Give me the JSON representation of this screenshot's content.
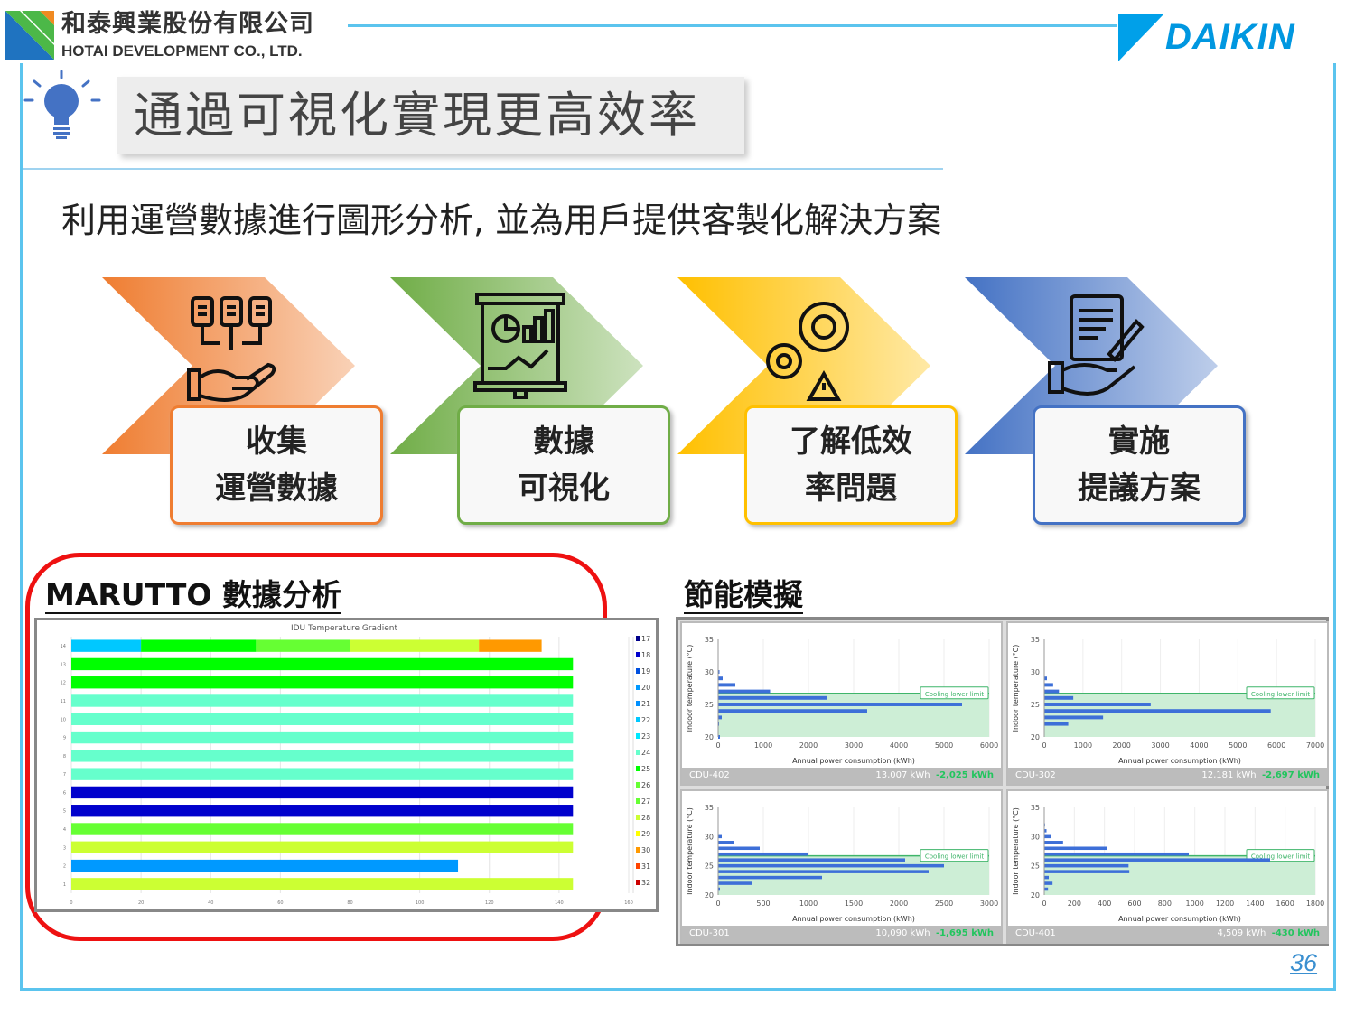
{
  "header": {
    "company_zh": "和泰興業股份有限公司",
    "company_en": "HOTAI DEVELOPMENT CO., LTD.",
    "brand": "DAIKIN"
  },
  "title": "通過可視化實現更高效率",
  "subtitle": "利用運營數據進行圖形分析, 並為用戶提供客製化解決方案",
  "steps": [
    {
      "line1": "收集",
      "line2": "運營數據",
      "color": "#ef7d31",
      "icon": "data-collection-hand-icon"
    },
    {
      "line1": "數據",
      "line2": "可視化",
      "color": "#70ad47",
      "icon": "presentation-board-chart-icon"
    },
    {
      "line1": "了解低效",
      "line2": "率問題",
      "color": "#ffc000",
      "icon": "gears-warning-icon"
    },
    {
      "line1": "實施",
      "line2": "提議方案",
      "color": "#4472c4",
      "icon": "document-handshake-icon"
    }
  ],
  "left_section": {
    "heading": "MARUTTO 數據分析"
  },
  "right_section": {
    "heading": "節能模擬"
  },
  "page_number": "36",
  "chart_data": [
    {
      "type": "bar",
      "title": "IDU Temperature Gradient",
      "orientation": "horizontal-stacked",
      "categories": [
        "1",
        "2",
        "3",
        "4",
        "5",
        "6",
        "7",
        "8",
        "9",
        "10",
        "11",
        "12",
        "13",
        "14"
      ],
      "xlim": [
        0,
        160
      ],
      "xticks": [
        "0",
        "20",
        "40",
        "60",
        "80",
        "100",
        "120",
        "140",
        "160"
      ],
      "rows": [
        [
          {
            "temp": 28,
            "value": 144
          }
        ],
        [
          {
            "temp": 20,
            "value": 111
          }
        ],
        [
          {
            "temp": 28,
            "value": 144
          }
        ],
        [
          {
            "temp": 27,
            "value": 144
          }
        ],
        [
          {
            "temp": 18,
            "value": 144
          }
        ],
        [
          {
            "temp": 18,
            "value": 144
          }
        ],
        [
          {
            "temp": 24,
            "value": 144
          }
        ],
        [
          {
            "temp": 24,
            "value": 144
          }
        ],
        [
          {
            "temp": 24,
            "value": 144
          }
        ],
        [
          {
            "temp": 24,
            "value": 144
          }
        ],
        [
          {
            "temp": 24,
            "value": 144
          }
        ],
        [
          {
            "temp": 25,
            "value": 144
          }
        ],
        [
          {
            "temp": 25,
            "value": 144
          }
        ],
        [
          {
            "temp": 22,
            "value": 20
          },
          {
            "temp": 25,
            "value": 33
          },
          {
            "temp": 26,
            "value": 27
          },
          {
            "temp": 28,
            "value": 37
          },
          {
            "temp": 30,
            "value": 18
          }
        ]
      ],
      "legend": [
        {
          "label": "17",
          "color": "#00008b"
        },
        {
          "label": "18",
          "color": "#0000cc"
        },
        {
          "label": "19",
          "color": "#0050e0"
        },
        {
          "label": "20",
          "color": "#0099ff"
        },
        {
          "label": "21",
          "color": "#0090ff"
        },
        {
          "label": "22",
          "color": "#00c8ff"
        },
        {
          "label": "23",
          "color": "#00e8ff"
        },
        {
          "label": "24",
          "color": "#66ffcc"
        },
        {
          "label": "25",
          "color": "#00ff00"
        },
        {
          "label": "26",
          "color": "#66ff33"
        },
        {
          "label": "27",
          "color": "#66ff33"
        },
        {
          "label": "28",
          "color": "#ccff33"
        },
        {
          "label": "29",
          "color": "#ffff00"
        },
        {
          "label": "30",
          "color": "#ff9900"
        },
        {
          "label": "31",
          "color": "#ff4400"
        },
        {
          "label": "32",
          "color": "#cc0000"
        }
      ],
      "legend_placement": "right"
    },
    {
      "type": "bar",
      "name": "CDU-402",
      "total": "13,007 kWh",
      "saving": "-2,025 kWh",
      "xlabel": "Annual power consumption (kWh)",
      "ylabel": "Indoor temperature (°C)",
      "xlim": [
        0,
        6000
      ],
      "xticks": [
        "0",
        "1000",
        "2000",
        "3000",
        "4000",
        "5000",
        "6000"
      ],
      "ylim": [
        20,
        35
      ],
      "yticks": [
        "20",
        "25",
        "30",
        "35"
      ],
      "annotation": "Cooling lower limit",
      "limit": 26.7,
      "temps": [
        20,
        21,
        22,
        23,
        24,
        25,
        26,
        27,
        28,
        29,
        30,
        31
      ],
      "values": [
        40,
        10,
        20,
        80,
        3300,
        5400,
        2400,
        1150,
        380,
        100,
        30,
        10
      ]
    },
    {
      "type": "bar",
      "name": "CDU-302",
      "total": "12,181 kWh",
      "saving": "-2,697 kWh",
      "xlabel": "Annual power consumption (kWh)",
      "ylabel": "Indoor temperature (°C)",
      "xlim": [
        0,
        7000
      ],
      "xticks": [
        "0",
        "1000",
        "2000",
        "3000",
        "4000",
        "5000",
        "6000",
        "7000"
      ],
      "ylim": [
        20,
        35
      ],
      "yticks": [
        "20",
        "25",
        "30",
        "35"
      ],
      "annotation": "Cooling lower limit",
      "limit": 26.7,
      "temps": [
        22,
        23,
        24,
        25,
        26,
        27,
        28,
        29
      ],
      "values": [
        620,
        1520,
        5850,
        2750,
        750,
        380,
        230,
        70
      ]
    },
    {
      "type": "bar",
      "name": "CDU-301",
      "total": "10,090 kWh",
      "saving": "-1,695 kWh",
      "xlabel": "Annual power consumption (kWh)",
      "ylabel": "Indoor temperature (°C)",
      "xlim": [
        0,
        3000
      ],
      "xticks": [
        "0",
        "500",
        "1000",
        "1500",
        "2000",
        "2500",
        "3000"
      ],
      "ylim": [
        20,
        35
      ],
      "yticks": [
        "20",
        "25",
        "30",
        "35"
      ],
      "annotation": "Cooling lower limit",
      "limit": 26.7,
      "temps": [
        21,
        22,
        23,
        24,
        25,
        26,
        27,
        28,
        29,
        30
      ],
      "values": [
        20,
        370,
        1150,
        2330,
        2500,
        2070,
        990,
        460,
        180,
        40
      ]
    },
    {
      "type": "bar",
      "name": "CDU-401",
      "total": "4,509 kWh",
      "saving": "-430 kWh",
      "xlabel": "Annual power consumption (kWh)",
      "ylabel": "Indoor temperature (°C)",
      "xlim": [
        0,
        1800
      ],
      "xticks": [
        "0",
        "200",
        "400",
        "600",
        "800",
        "1000",
        "1200",
        "1400",
        "1600",
        "1800"
      ],
      "ylim": [
        20,
        35
      ],
      "yticks": [
        "20",
        "25",
        "30",
        "35"
      ],
      "annotation": "Cooling lower limit",
      "limit": 26.7,
      "temps": [
        21,
        22,
        23,
        24,
        25,
        26,
        27,
        28,
        29,
        30,
        31,
        32
      ],
      "values": [
        25,
        55,
        30,
        565,
        560,
        1500,
        960,
        420,
        125,
        45,
        15,
        5
      ]
    }
  ]
}
